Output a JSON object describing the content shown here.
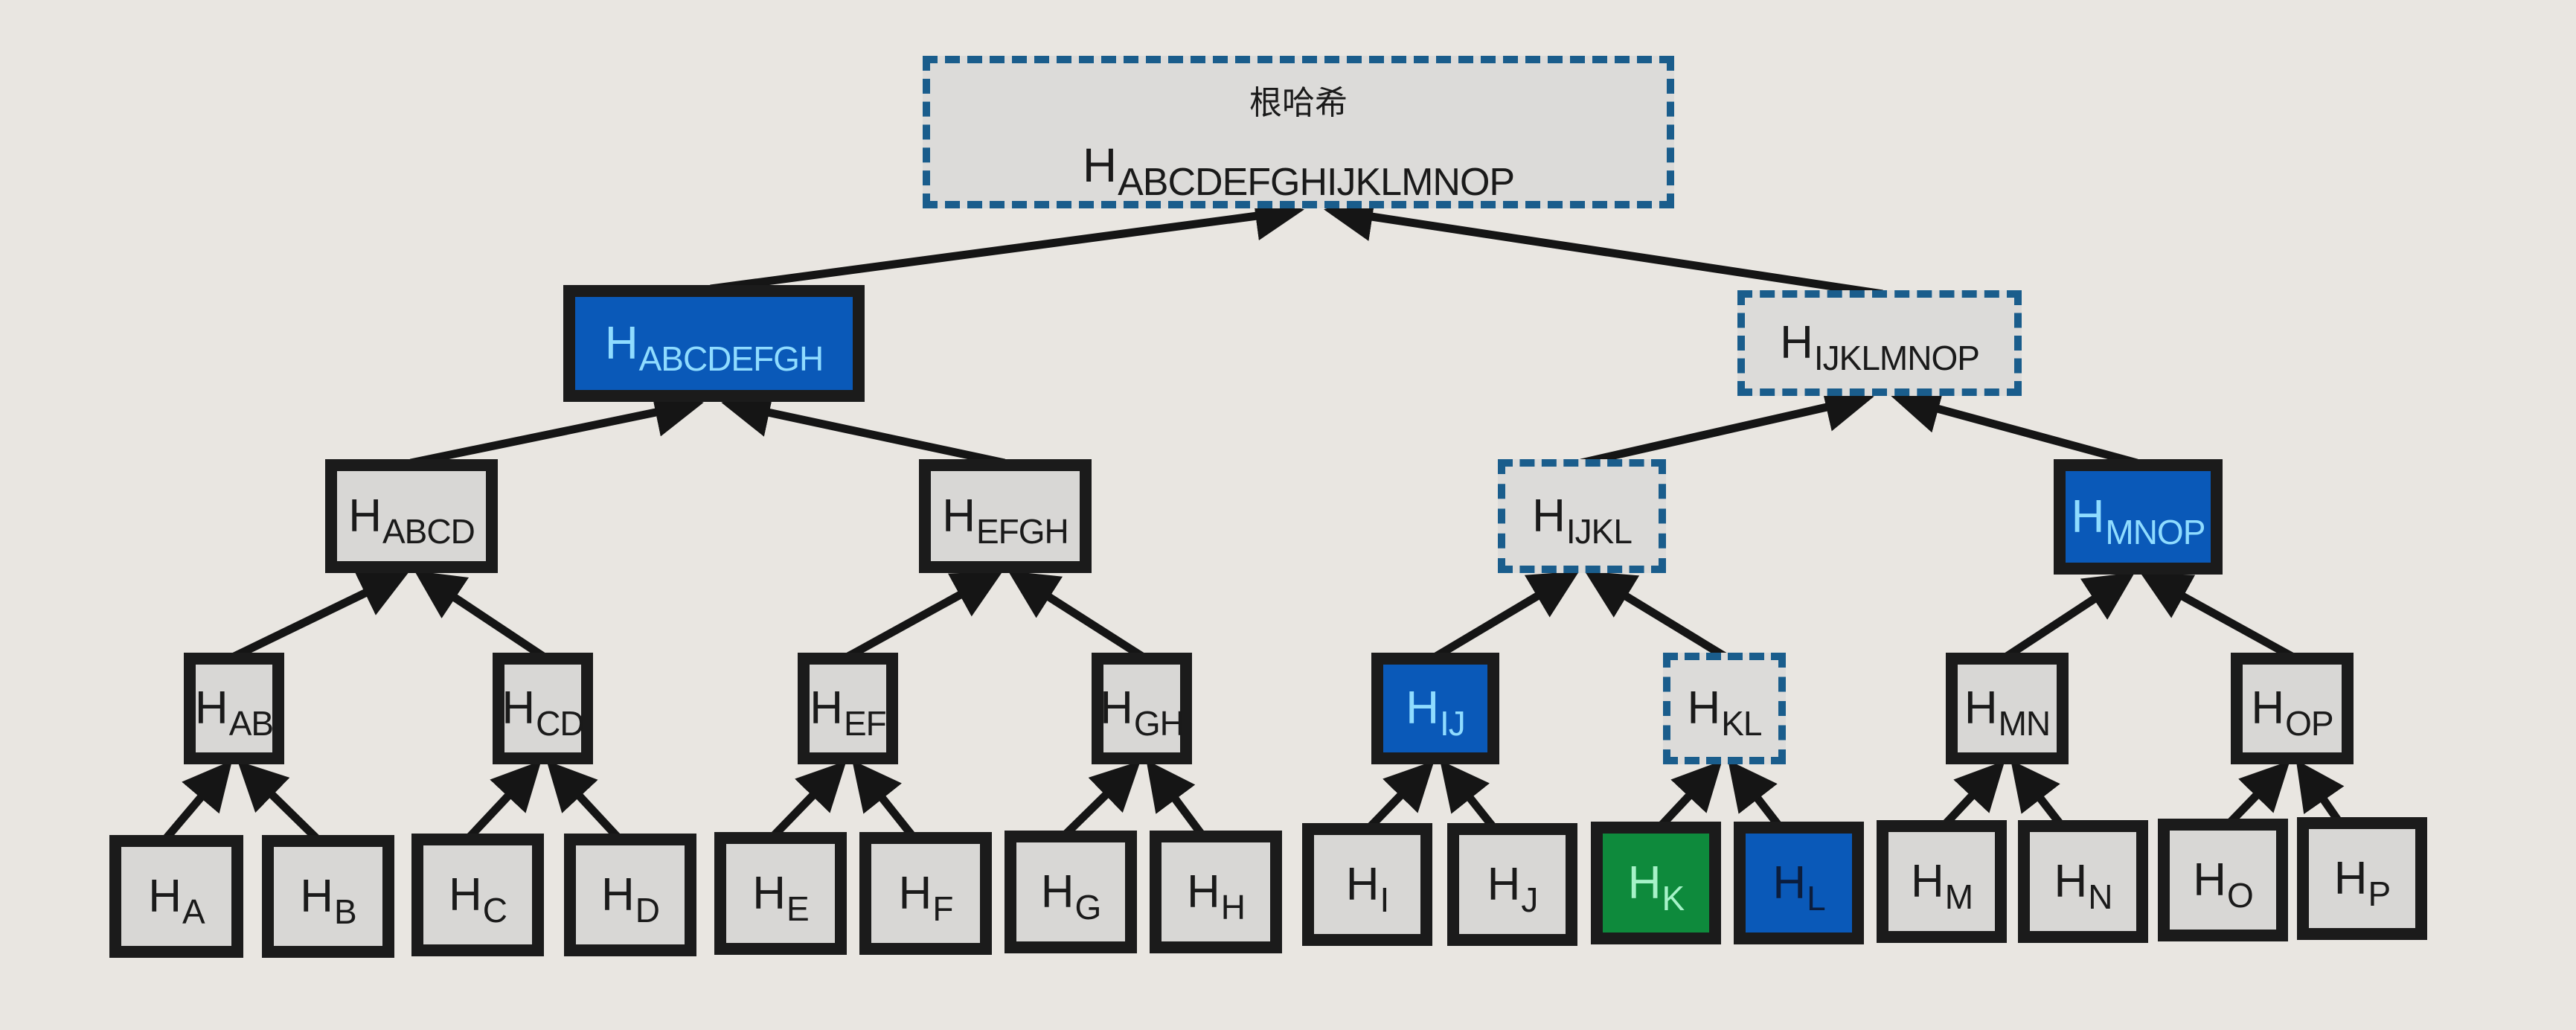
{
  "diagram": {
    "type": "merkle-tree",
    "root": {
      "title": "根哈希",
      "prefix": "H",
      "sub": "ABCDEFGHIJKLMNOP",
      "style": "dashed"
    },
    "level1": [
      {
        "prefix": "H",
        "sub": "ABCDEFGH",
        "style": "blue"
      },
      {
        "prefix": "H",
        "sub": "IJKLMNOP",
        "style": "dashed"
      }
    ],
    "level2": [
      {
        "prefix": "H",
        "sub": "ABCD",
        "style": "plain"
      },
      {
        "prefix": "H",
        "sub": "EFGH",
        "style": "plain"
      },
      {
        "prefix": "H",
        "sub": "IJKL",
        "style": "dashed"
      },
      {
        "prefix": "H",
        "sub": "MNOP",
        "style": "blue"
      }
    ],
    "level3": [
      {
        "prefix": "H",
        "sub": "AB",
        "style": "plain"
      },
      {
        "prefix": "H",
        "sub": "CD",
        "style": "plain"
      },
      {
        "prefix": "H",
        "sub": "EF",
        "style": "plain"
      },
      {
        "prefix": "H",
        "sub": "GH",
        "style": "plain"
      },
      {
        "prefix": "H",
        "sub": "IJ",
        "style": "blue"
      },
      {
        "prefix": "H",
        "sub": "KL",
        "style": "dashed"
      },
      {
        "prefix": "H",
        "sub": "MN",
        "style": "plain"
      },
      {
        "prefix": "H",
        "sub": "OP",
        "style": "plain"
      }
    ],
    "leaves": [
      {
        "prefix": "H",
        "sub": "A",
        "style": "plain"
      },
      {
        "prefix": "H",
        "sub": "B",
        "style": "plain"
      },
      {
        "prefix": "H",
        "sub": "C",
        "style": "plain"
      },
      {
        "prefix": "H",
        "sub": "D",
        "style": "plain"
      },
      {
        "prefix": "H",
        "sub": "E",
        "style": "plain"
      },
      {
        "prefix": "H",
        "sub": "F",
        "style": "plain"
      },
      {
        "prefix": "H",
        "sub": "G",
        "style": "plain"
      },
      {
        "prefix": "H",
        "sub": "H",
        "style": "plain"
      },
      {
        "prefix": "H",
        "sub": "I",
        "style": "plain"
      },
      {
        "prefix": "H",
        "sub": "J",
        "style": "plain"
      },
      {
        "prefix": "H",
        "sub": "K",
        "style": "green"
      },
      {
        "prefix": "H",
        "sub": "L",
        "style": "leaf-blue"
      },
      {
        "prefix": "H",
        "sub": "M",
        "style": "plain"
      },
      {
        "prefix": "H",
        "sub": "N",
        "style": "plain"
      },
      {
        "prefix": "H",
        "sub": "O",
        "style": "plain"
      },
      {
        "prefix": "H",
        "sub": "P",
        "style": "plain"
      }
    ],
    "colors": {
      "background": "#e9e6e1",
      "node_fill": "#d8d7d5",
      "border": "#1b1b1b",
      "dashed_border": "#1a5d8c",
      "proof_blue": "#0a59b8",
      "target_green": "#0e8a3c"
    }
  }
}
